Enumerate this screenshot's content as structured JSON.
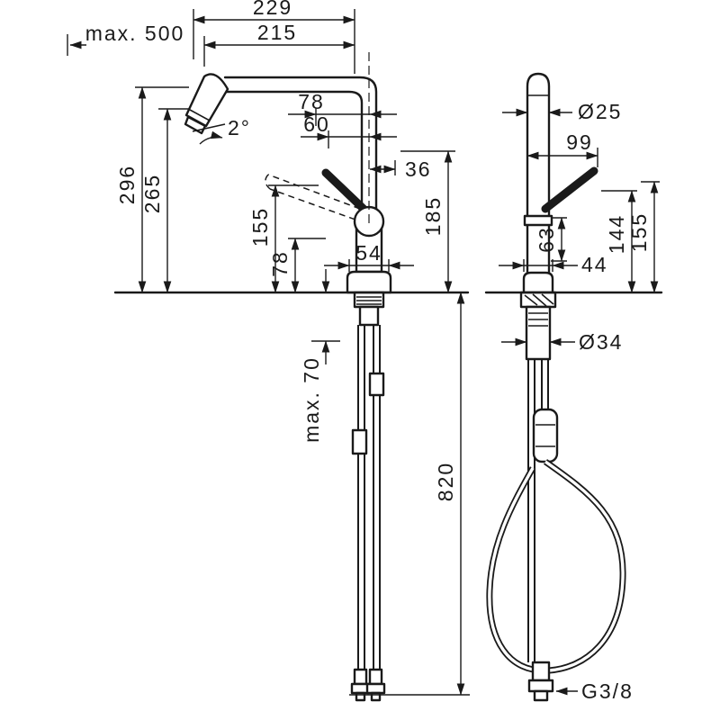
{
  "colors": {
    "ink": "#1a1a1a",
    "background": "#ffffff"
  },
  "left": {
    "d229": "229",
    "d215": "215",
    "max_pullout": "max. 500",
    "angle": "2°",
    "d296": "296",
    "d265": "265",
    "d155": "155",
    "d78_height": "78",
    "d78_offset": "78",
    "d60": "60",
    "d36": "36",
    "d54": "54",
    "d185": "185",
    "max_thickness": "max. 70",
    "d820": "820"
  },
  "right": {
    "dia25": "Ø25",
    "d99": "99",
    "d63": "63",
    "d144": "144",
    "d155": "155",
    "d44": "44",
    "dia34": "Ø34",
    "thread": "G3/8"
  }
}
